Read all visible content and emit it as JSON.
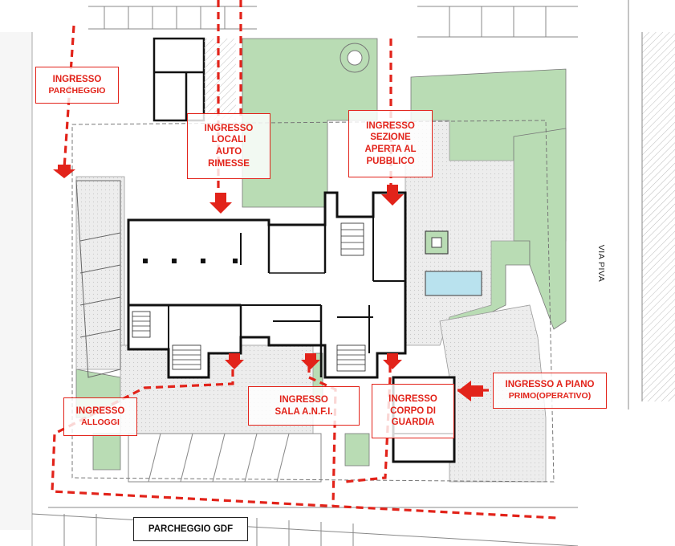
{
  "labels": {
    "ingresso_parcheggio": [
      "INGRESSO",
      "PARCHEGGIO"
    ],
    "ingresso_locali_auto": [
      "INGRESSO",
      "LOCALI",
      "AUTO",
      "RIMESSE"
    ],
    "ingresso_sezione": [
      "INGRESSO",
      "SEZIONE",
      "APERTA AL",
      "PUBBLICO"
    ],
    "ingresso_piano_primo": [
      "INGRESSO A PIANO",
      "PRIMO(OPERATIVO)"
    ],
    "ingresso_alloggi": [
      "INGRESSO",
      "ALLOGGI"
    ],
    "ingresso_sala": [
      "INGRESSO",
      "SALA A.N.F.I."
    ],
    "ingresso_corpo_guardia": [
      "INGRESSO",
      "CORPO DI",
      "GUARDIA"
    ],
    "parcheggio_gdf": "PARCHEGGIO GDF",
    "street_name": "VIA PIVA"
  },
  "colors": {
    "route": "#e2231a",
    "green_area": "#b9dcb4",
    "paving": "#ecebeb",
    "wall": "#111111"
  }
}
